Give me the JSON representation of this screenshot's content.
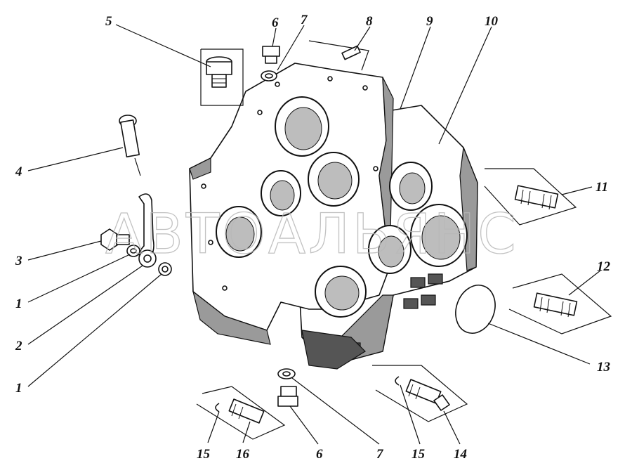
{
  "watermark": "АВТОАЛЬЯНС",
  "callouts": [
    {
      "id": "c5",
      "label": "5"
    },
    {
      "id": "c6a",
      "label": "6"
    },
    {
      "id": "c7a",
      "label": "7"
    },
    {
      "id": "c8",
      "label": "8"
    },
    {
      "id": "c9",
      "label": "9"
    },
    {
      "id": "c10",
      "label": "10"
    },
    {
      "id": "c4",
      "label": "4"
    },
    {
      "id": "c11",
      "label": "11"
    },
    {
      "id": "c3",
      "label": "3"
    },
    {
      "id": "c12",
      "label": "12"
    },
    {
      "id": "c1a",
      "label": "1"
    },
    {
      "id": "c2",
      "label": "2"
    },
    {
      "id": "c13",
      "label": "13"
    },
    {
      "id": "c1b",
      "label": "1"
    },
    {
      "id": "c15a",
      "label": "15"
    },
    {
      "id": "c16",
      "label": "16"
    },
    {
      "id": "c6b",
      "label": "6"
    },
    {
      "id": "c7b",
      "label": "7"
    },
    {
      "id": "c15b",
      "label": "15"
    },
    {
      "id": "c14",
      "label": "14"
    }
  ]
}
